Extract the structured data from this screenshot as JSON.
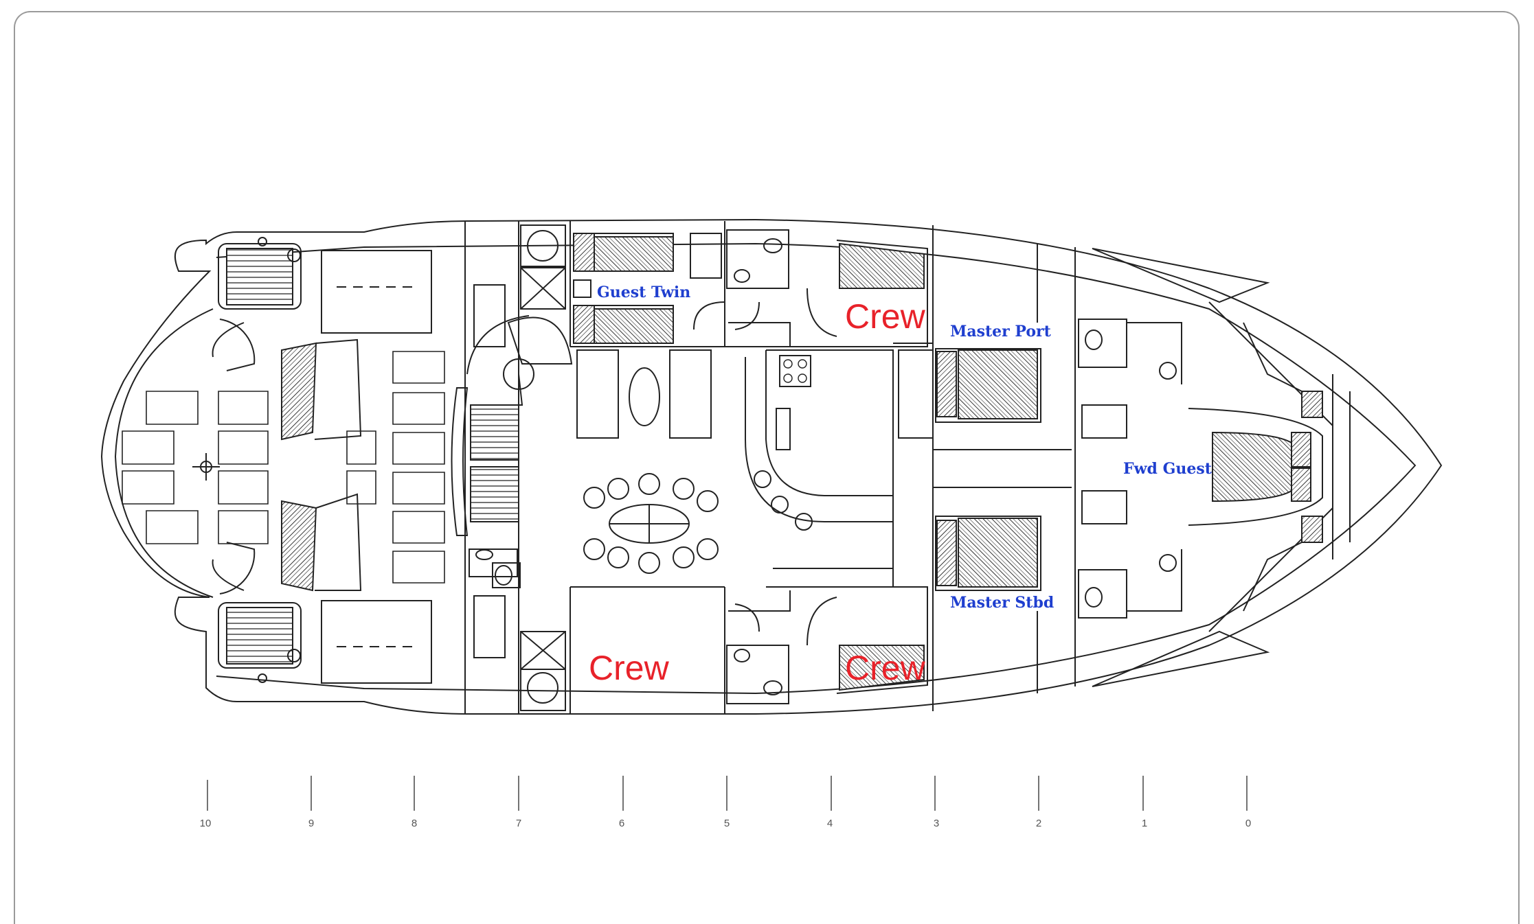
{
  "labels": {
    "guest_twin": "Guest Twin",
    "master_port": "Master Port",
    "master_stbd": "Master Stbd",
    "fwd_guest": "Fwd Guest",
    "crew_1": "Crew",
    "crew_2": "Crew",
    "crew_3": "Crew"
  },
  "stations": [
    "10",
    "9",
    "8",
    "7",
    "6",
    "5",
    "4",
    "3",
    "2",
    "1",
    "0"
  ],
  "colors": {
    "room_label": "#1f3fcf",
    "crew_label": "#e8222a",
    "linework": "#222222"
  }
}
